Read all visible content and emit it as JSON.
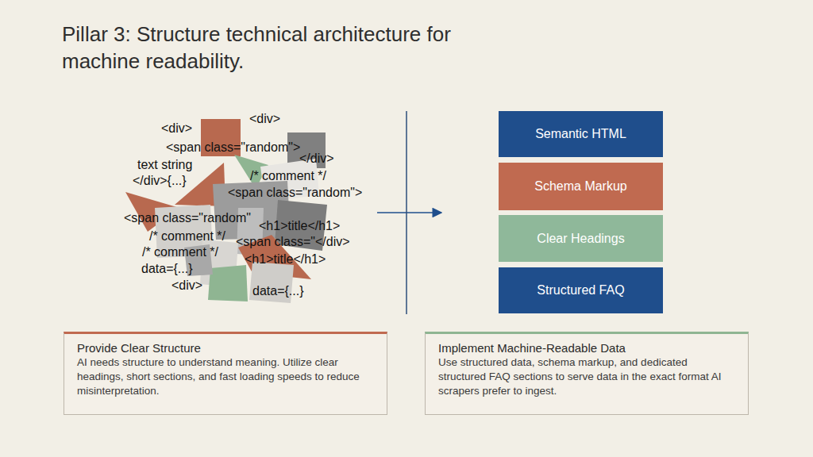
{
  "diagram": {
    "title": "Pillar 3: Structure technical architecture for machine readability.",
    "nodes": [
      {
        "text": [
          "Semantic HTML"
        ]
      },
      {
        "text": [
          "Schema Markup"
        ]
      },
      {
        "text": [
          "Clear Headings"
        ]
      },
      {
        "text": [
          "Structured FAQ"
        ]
      },
      {
        "text": [
          "Provide Clear Structure",
          "AI needs structure to understand meaning. Utilize clear headings, short sections, and fast loading speeds to reduce misinterpretation."
        ]
      },
      {
        "text": [
          "Implement Machine-Readable Data",
          "Use structured data, schema markup, and dedicated structured FAQ sections to serve data in the exact format AI scrapers prefer to ingest."
        ]
      }
    ],
    "labels": [
      "<div>",
      "<div>",
      "<span class=\"random\">",
      "</div>",
      "text string",
      "/* comment */",
      "</div>{...}",
      "<span class=\"random\">",
      "<span class=\"random\"",
      "<h1>title</h1>",
      "/* comment */",
      "<span class=\"</div>",
      "/* comment */",
      "<h1>title</h1>",
      "data={...}",
      "<div>",
      "data={...}"
    ]
  }
}
